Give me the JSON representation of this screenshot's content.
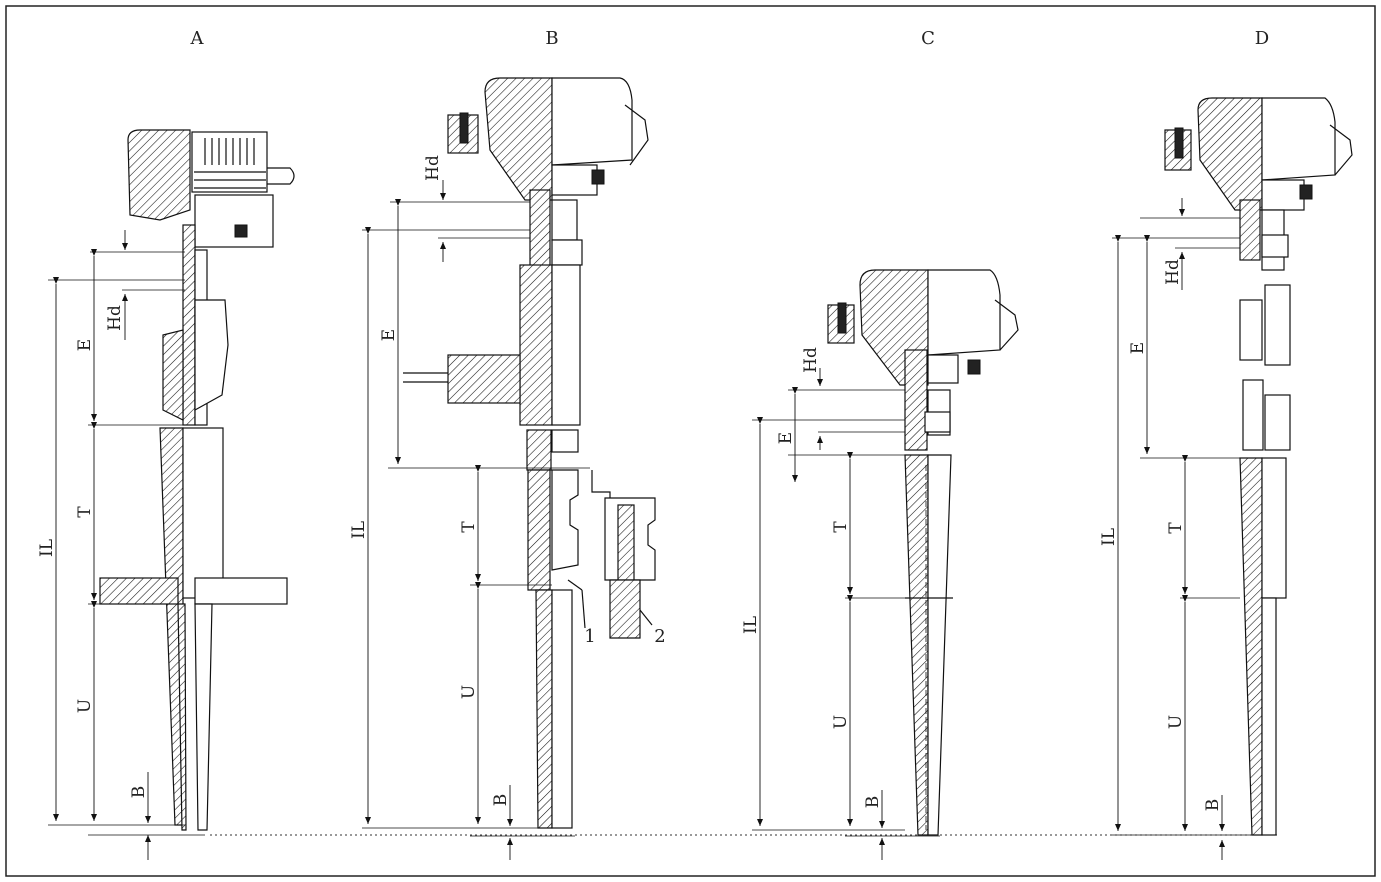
{
  "views": [
    {
      "id": "A",
      "label": "A"
    },
    {
      "id": "B",
      "label": "B"
    },
    {
      "id": "C",
      "label": "C"
    },
    {
      "id": "D",
      "label": "D"
    }
  ],
  "dimensions": {
    "hd": "Hd",
    "e": "E",
    "t": "T",
    "il": "IL",
    "u": "U",
    "b": "B"
  },
  "callouts": [
    "1",
    "2"
  ],
  "colors": {
    "line": "#111111",
    "background": "#ffffff"
  }
}
